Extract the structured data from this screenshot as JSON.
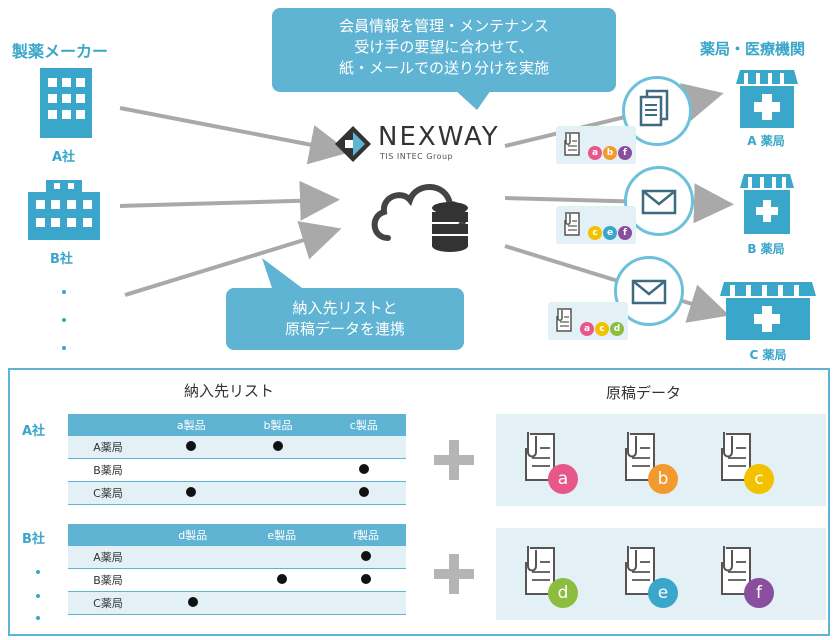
{
  "header": {
    "makers_title": "製薬メーカー",
    "pharmacy_title": "薬局・医療機関"
  },
  "callout_top": {
    "lines": [
      "会員情報を管理・メンテナンス",
      "受け手の要望に合わせて、",
      "紙・メールでの送り分けを実施"
    ]
  },
  "callout_bottom": {
    "lines": [
      "納入先リストと",
      "原稿データを連携"
    ]
  },
  "companies": [
    {
      "label": "A社"
    },
    {
      "label": "B社"
    }
  ],
  "brand": {
    "name": "NEXWAY",
    "sub": "TIS INTEC Group"
  },
  "pharmacies": [
    {
      "label": "A 薬局",
      "channel": "paper",
      "docs": [
        "a",
        "b",
        "f"
      ]
    },
    {
      "label": "B 薬局",
      "channel": "mail",
      "docs": [
        "c",
        "e",
        "f"
      ]
    },
    {
      "label": "C 薬局",
      "channel": "mail",
      "docs": [
        "a",
        "c",
        "d"
      ]
    }
  ],
  "colors": {
    "accent": "#5fb3d3",
    "a": "#e8578a",
    "b": "#f29a2e",
    "c": "#f2c200",
    "d": "#8cbd3f",
    "e": "#3aa6c9",
    "f": "#8a4e9e"
  },
  "bottom": {
    "list_title": "納入先リスト",
    "manuscript_title": "原稿データ",
    "groups": [
      {
        "label": "A社",
        "headers": [
          "",
          "a製品",
          "b製品",
          "c製品"
        ],
        "rows": [
          {
            "name": "A薬局",
            "marks": [
              true,
              true,
              false
            ]
          },
          {
            "name": "B薬局",
            "marks": [
              false,
              false,
              true
            ]
          },
          {
            "name": "C薬局",
            "marks": [
              true,
              false,
              true
            ]
          }
        ],
        "docs": [
          "a",
          "b",
          "c"
        ]
      },
      {
        "label": "B社",
        "headers": [
          "",
          "d製品",
          "e製品",
          "f製品"
        ],
        "rows": [
          {
            "name": "A薬局",
            "marks": [
              false,
              false,
              true
            ]
          },
          {
            "name": "B薬局",
            "marks": [
              false,
              true,
              true
            ]
          },
          {
            "name": "C薬局",
            "marks": [
              true,
              false,
              false
            ]
          }
        ],
        "docs": [
          "d",
          "e",
          "f"
        ]
      }
    ]
  }
}
